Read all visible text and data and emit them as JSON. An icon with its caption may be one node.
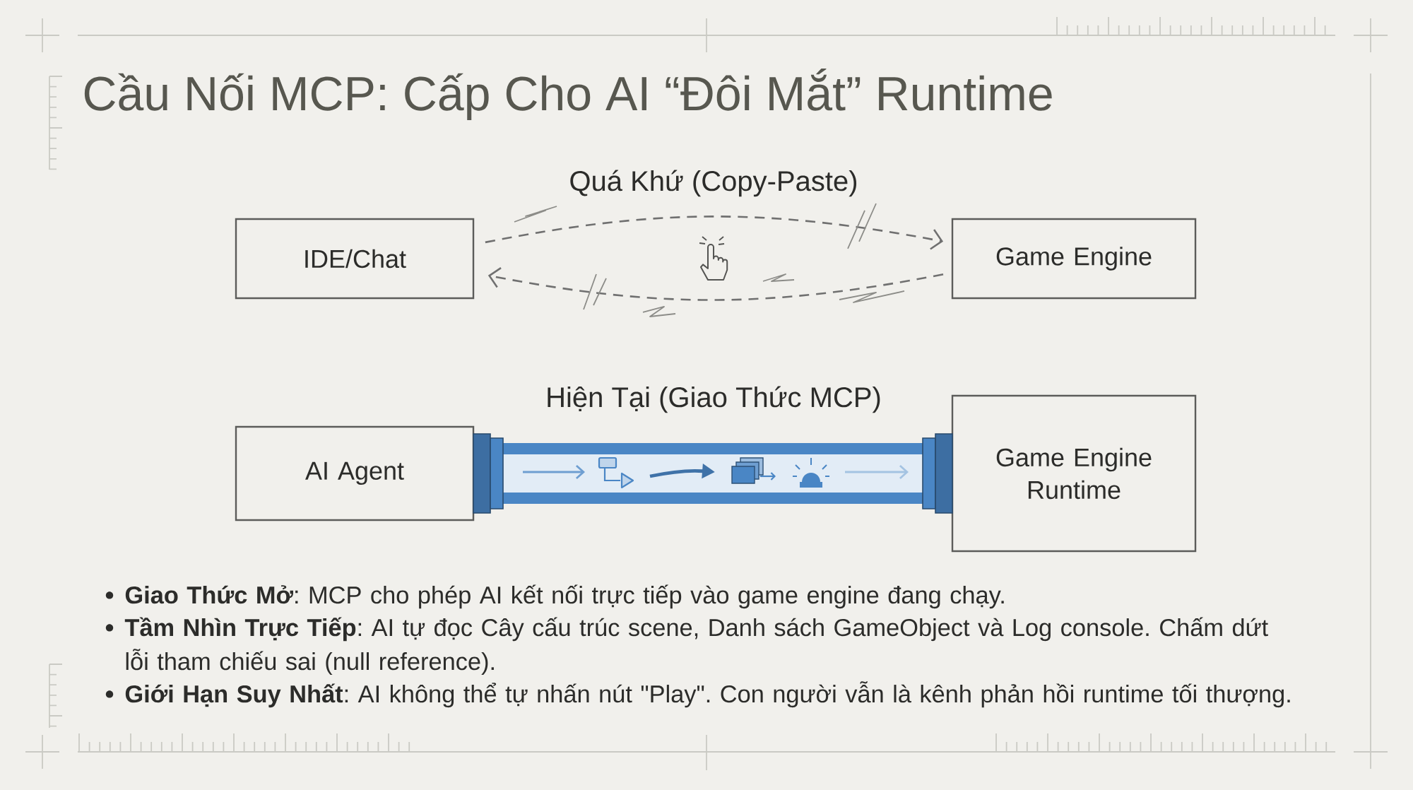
{
  "diagram": {
    "title": "Cầu Nối MCP: Cấp Cho AI “Đôi Mắt” Runtime",
    "nodes": [
      {
        "text": [
          "IDE/Chat"
        ]
      },
      {
        "text": [
          "Game Engine"
        ]
      },
      {
        "text": [
          "AI Agent"
        ]
      },
      {
        "text": [
          "Game Engine Runtime"
        ]
      }
    ],
    "edges": [
      {
        "from": 0,
        "to": 1,
        "arrow": "to",
        "style": "dashed"
      },
      {
        "from": 1,
        "to": 0,
        "arrow": "to",
        "style": "dashed"
      },
      {
        "from": 2,
        "to": 3,
        "arrow": "to",
        "style": "thick",
        "color": "#4a86c5"
      }
    ],
    "labels": [
      "Quá Khứ (Copy-Paste)",
      "Hiện Tại (Giao Thức MCP)",
      "**Giao Thức Mở**: MCP cho phép AI kết nối trực tiếp vào game engine đang chạy.",
      "**Tầm Nhìn Trực Tiếp**: AI tự đọc Cây cấu trúc scene, Danh sách GameObject và Log console. Chấm dứt lỗi tham chiếu sai (null reference).",
      "**Giới Hạn Suy Nhất**: AI không thể tự nhấn nút \"Play\". Con người vẫn là kênh phản hồi runtime tối thượng."
    ]
  }
}
